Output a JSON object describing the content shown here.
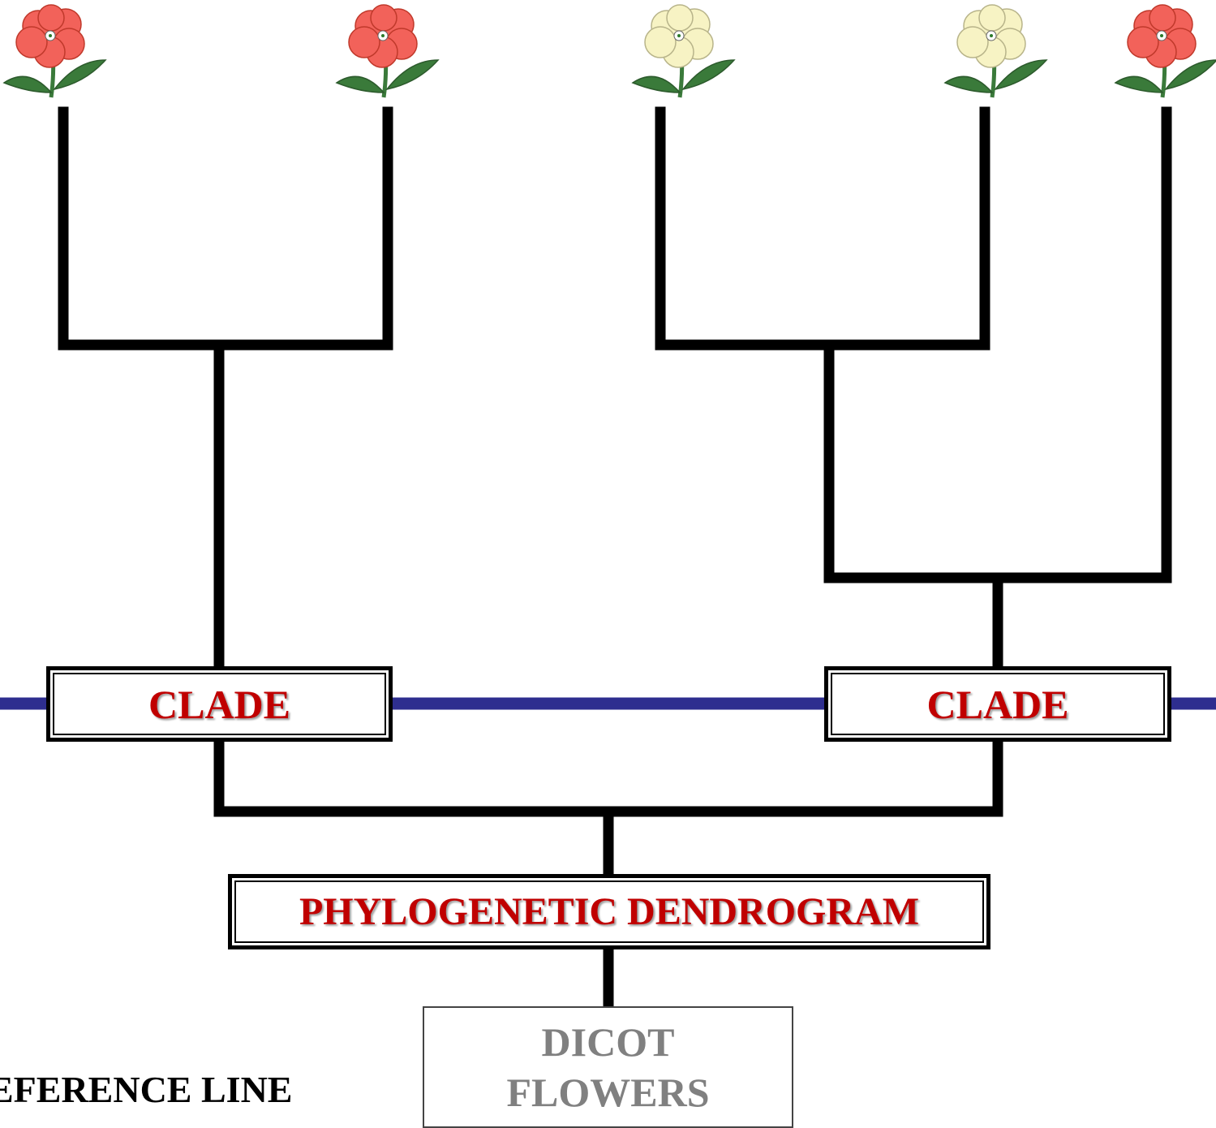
{
  "colors": {
    "tree": "#000000",
    "reference_line": "#2e2e8f",
    "label_text": "#c00000",
    "dicot_text": "#808080",
    "flower_red": "#f2625a",
    "flower_cream": "#f7f3c4",
    "stem": "#3a7a3a"
  },
  "flowers": [
    {
      "color": "red",
      "icon": "red-flower-icon"
    },
    {
      "color": "red",
      "icon": "red-flower-icon"
    },
    {
      "color": "cream",
      "icon": "cream-flower-icon"
    },
    {
      "color": "cream",
      "icon": "cream-flower-icon"
    },
    {
      "color": "red",
      "icon": "red-flower-icon"
    }
  ],
  "labels": {
    "clade_left": "CLADE",
    "clade_right": "CLADE",
    "dendrogram": "PHYLOGENETIC DENDROGRAM",
    "dicot_line1": "DICOT",
    "dicot_line2": "FLOWERS",
    "reference_line": "EFERENCE LINE"
  }
}
